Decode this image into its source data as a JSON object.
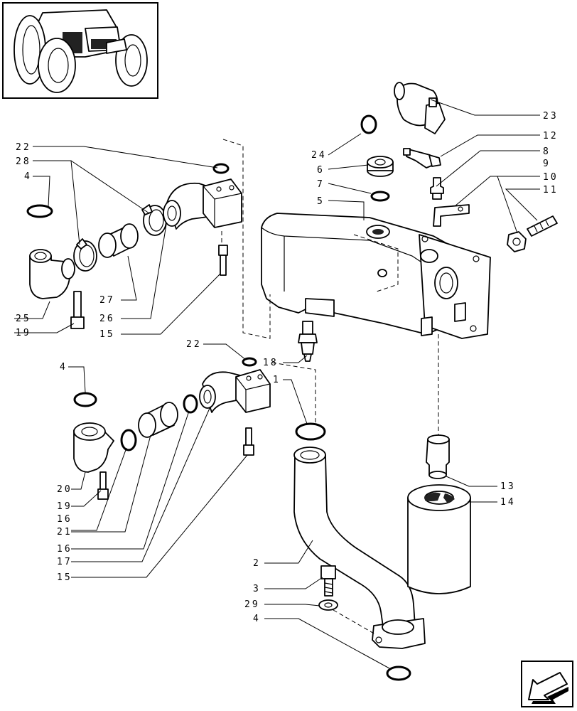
{
  "callouts": {
    "c23": "23",
    "c12": "12",
    "c8": "8",
    "c9": "9",
    "c10": "10",
    "c11": "11",
    "c24": "24",
    "c6": "6",
    "c7": "7",
    "c5": "5",
    "c22a": "22",
    "c28": "28",
    "c4a": "4",
    "c27": "27",
    "c26": "26",
    "c15a": "15",
    "c25": "25",
    "c19a": "19",
    "c22b": "22",
    "c18": "18",
    "c1": "1",
    "c4b": "4",
    "c20": "20",
    "c19b": "19",
    "c16a": "16",
    "c21": "21",
    "c16b": "16",
    "c17": "17",
    "c15b": "15",
    "c13": "13",
    "c14": "14",
    "c2": "2",
    "c3": "3",
    "c29": "29",
    "c4c": "4"
  },
  "icons": {
    "thumbnail": "tractor-thumbnail",
    "nav": "back-arrow-icon"
  }
}
